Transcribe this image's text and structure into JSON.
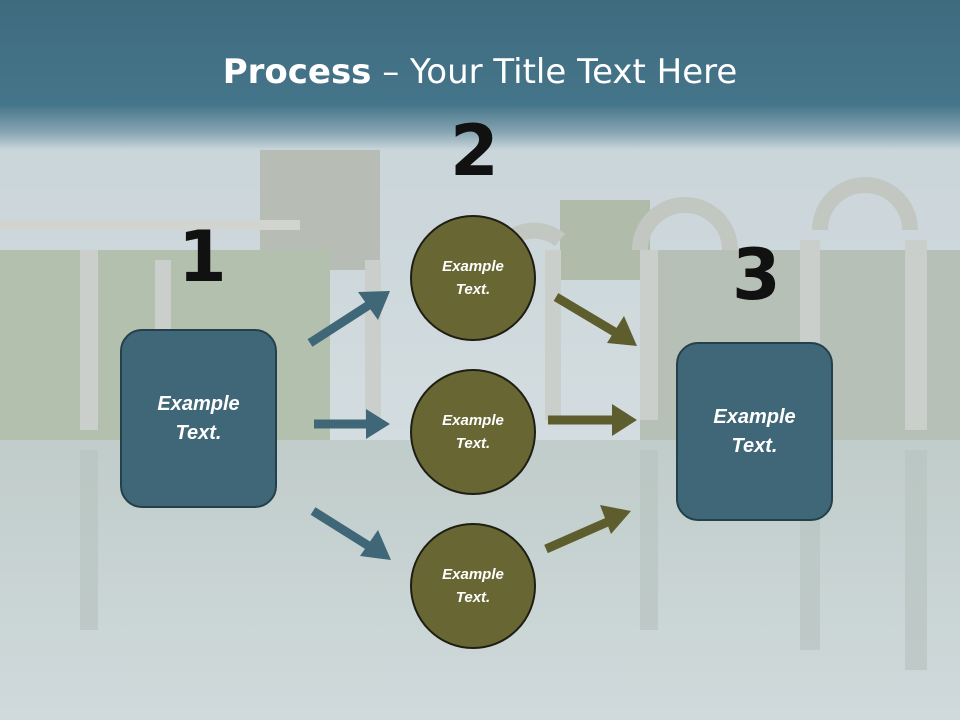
{
  "title": {
    "bold": "Process",
    "rest": " – Your Title Text Here"
  },
  "steps": [
    {
      "number": "1",
      "text": "Example\nText."
    },
    {
      "number": "2",
      "text": ""
    },
    {
      "number": "3",
      "text": "Example\nText."
    }
  ],
  "circles": [
    {
      "text": "Example\nText."
    },
    {
      "text": "Example\nText."
    },
    {
      "text": "Example\nText."
    }
  ],
  "colors": {
    "title_bar": "#45758a",
    "box_fill": "#3f6778",
    "circle_fill": "#686733",
    "arrow_left": "#3f6778",
    "arrow_right": "#5e5d2e"
  }
}
